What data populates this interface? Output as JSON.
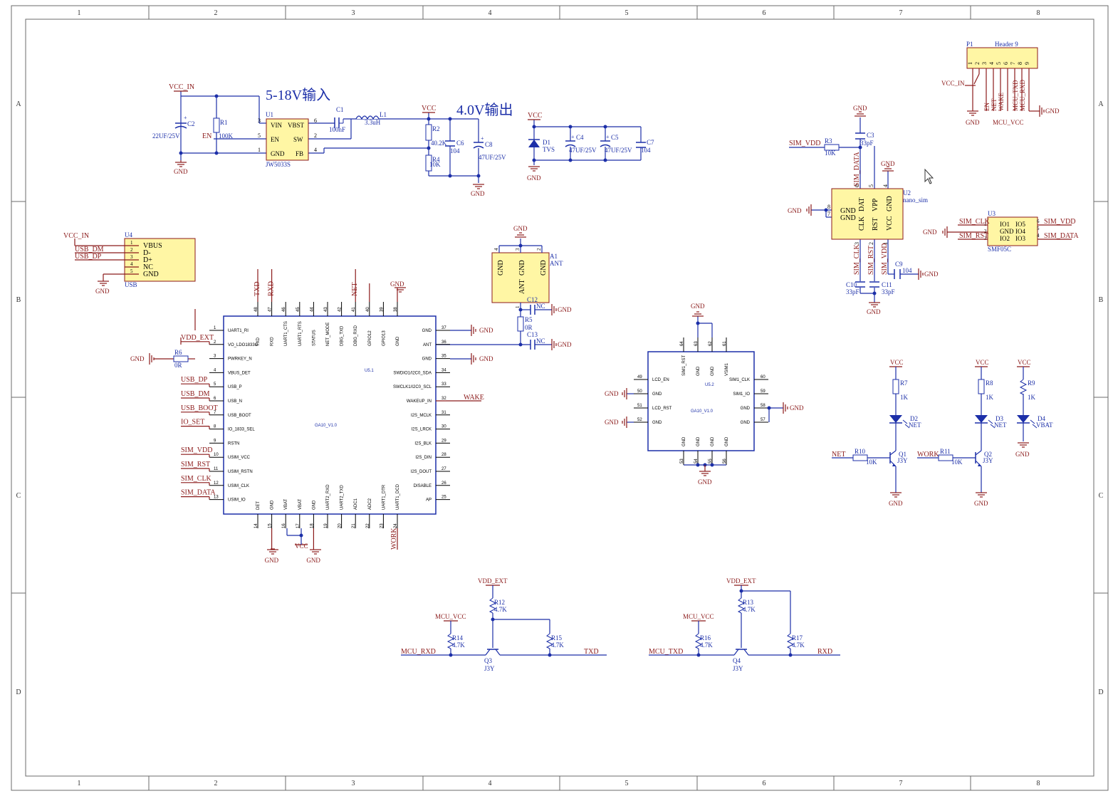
{
  "frame": {
    "col_labels": [
      "1",
      "2",
      "3",
      "4",
      "5",
      "6",
      "7",
      "8"
    ],
    "row_labels": [
      "A",
      "B",
      "C",
      "D"
    ]
  },
  "colors": {
    "wire": "#1c2fa8",
    "net": "#8b1a1a",
    "part": "#fff6a4",
    "part_border": "#8b1a1a",
    "pin": "#8b1a1a",
    "frame": "#6b6b6b"
  },
  "psu": {
    "title_in": "5-18V输入",
    "title_out": "4.0V输出",
    "u1_ref": "U1",
    "u1_part": "JW5033S",
    "u1_pins": [
      "VIN",
      "VBST",
      "EN",
      "SW",
      "GND",
      "FB"
    ],
    "u1_pin_nums": [
      "3",
      "6",
      "5",
      "2",
      "1",
      "4"
    ],
    "vcc_in": "VCC_IN",
    "vcc": "VCC",
    "gnd": "GND",
    "en": "EN",
    "c2_ref": "C2",
    "c2_val": "22UF/25V",
    "r1_ref": "R1",
    "r1_val": "100K",
    "c1_ref": "C1",
    "c1_val": "100nF",
    "l1_ref": "L1",
    "l1_val": "3.3uH",
    "r2_ref": "R2",
    "r2_val": "40.2K",
    "r4_ref": "R4",
    "r4_val": "10K",
    "c6_ref": "C6",
    "c6_val": "104",
    "c8_ref": "C8",
    "c8_val": "47UF/25V",
    "d1_ref": "D1",
    "d1_val": "TVS",
    "c4_ref": "C4",
    "c4_val": "47UF/25V",
    "c5_ref": "C5",
    "c5_val": "47UF/25V",
    "c7_ref": "C7",
    "c7_val": "104"
  },
  "header": {
    "ref": "P1",
    "name": "Header 9",
    "pins": [
      "1",
      "2",
      "3",
      "4",
      "5",
      "6",
      "7",
      "8",
      "9"
    ],
    "nets": [
      "EN",
      "NET",
      "WAKE",
      "MCU_TXD",
      "MCU_RXD"
    ],
    "vcc_in": "VCC_IN",
    "gnd": "GND",
    "mcu_vcc": "MCU_VCC"
  },
  "sim": {
    "ref": "U2",
    "part": "nano_sim",
    "top_pins": [
      "DAT",
      "VPP",
      "GND"
    ],
    "bot_pins": [
      "CLK",
      "RST",
      "VCC"
    ],
    "left_pins": [
      "GND",
      "GND"
    ],
    "top_nums": [
      "6",
      "5",
      "4"
    ],
    "bot_nums": [
      "3",
      "2",
      "1"
    ],
    "left_nums": [
      "8",
      "7"
    ],
    "sim_vdd": "SIM_VDD",
    "sim_data": "SIM_DATA",
    "sim_clk": "SIM_CLK",
    "sim_rst": "SIM_RST",
    "r3_ref": "R3",
    "r3_val": "10K",
    "c3_ref": "C3",
    "c3_val": "33pF",
    "c9_ref": "C9",
    "c9_val": "104",
    "c10_ref": "C10",
    "c10_val": "33pF",
    "c11_ref": "C11",
    "c11_val": "33pF",
    "gnd": "GND"
  },
  "esd": {
    "ref": "U3",
    "part": "SMF05C",
    "pins": [
      "IO1",
      "IO5",
      "GND",
      "IO4",
      "IO2",
      "IO3"
    ],
    "nums": [
      "1",
      "6",
      "2",
      "5",
      "3",
      "4"
    ],
    "left_nets": [
      "SIM_CLK",
      "SIM_RST"
    ],
    "right_nets": [
      "SIM_VDD",
      "SIM_DATA"
    ],
    "gnd": "GND"
  },
  "usb": {
    "ref": "U4",
    "part": "USB",
    "pins": [
      "VBUS",
      "D-",
      "D+",
      "NC",
      "GND"
    ],
    "nums": [
      "1",
      "2",
      "3",
      "4",
      "5"
    ],
    "nets": [
      "VCC_IN",
      "USB_DM",
      "USB_DP"
    ],
    "gnd": "GND"
  },
  "antenna": {
    "ref": "A1",
    "part": "ANT",
    "pins": [
      "GND",
      "GND",
      "GND",
      "ANT"
    ],
    "nums": [
      "4",
      "3",
      "2",
      "1"
    ],
    "c12_ref": "C12",
    "c12_val": "NC",
    "c13_ref": "C13",
    "c13_val": "NC",
    "r5_ref": "R5",
    "r5_val": "0R",
    "gnd": "GND"
  },
  "module": {
    "ref": "U5.1",
    "part": "GA10_V1.0",
    "left_pins": [
      "UART1_RI",
      "VO_LDO1833O",
      "PWRKEY_N",
      "VBUS_DET",
      "USB_P",
      "USB_N",
      "USB_BOOT",
      "IO_1833_SEL",
      "RSTN",
      "USIM_VCC",
      "USIM_RSTN",
      "USIM_CLK",
      "USIM_IO"
    ],
    "left_nums": [
      "1",
      "2",
      "3",
      "4",
      "5",
      "6",
      "7",
      "8",
      "9",
      "10",
      "11",
      "12",
      "13"
    ],
    "left_nets": [
      "",
      "VDD_EXT",
      "",
      "",
      "USB_DP",
      "USB_DM",
      "USB_BOOT",
      "IO_SET",
      "",
      "SIM_VDD",
      "SIM_RST",
      "SIM_CLK",
      "SIM_DATA"
    ],
    "right_pins": [
      "GND",
      "ANT",
      "GND",
      "SWDIO1/I2C0_SDA",
      "SWCLK1/I2C0_SCL",
      "WAKEUP_IN",
      "I2S_MCLK",
      "I2S_LRCK",
      "I2S_BLK",
      "I2S_DIN",
      "I2S_DOUT",
      "DISABLE",
      "AP"
    ],
    "right_nums": [
      "37",
      "36",
      "35",
      "34",
      "33",
      "32",
      "31",
      "30",
      "29",
      "28",
      "27",
      "26",
      "25"
    ],
    "top_pins": [
      "TXD",
      "RXD",
      "UART1_CTS",
      "UART1_RTS",
      "STATUS",
      "NET_MODE",
      "DBG_TXD",
      "DBG_RXD",
      "GPIO12",
      "GPIO13",
      "GND"
    ],
    "top_nums": [
      "48",
      "47",
      "46",
      "45",
      "44",
      "43",
      "42",
      "41",
      "40",
      "39",
      "38"
    ],
    "top_nets": [
      "TXD",
      "RXD",
      "NET",
      "GND"
    ],
    "bot_pins": [
      "DET",
      "GND",
      "VBAT",
      "VBAT",
      "GND",
      "UART2_RXD",
      "UART2_TXD",
      "ADC1",
      "ADC2",
      "UART1_DTR",
      "UART1_DCD"
    ],
    "bot_nums": [
      "14",
      "15",
      "16",
      "17",
      "18",
      "19",
      "20",
      "21",
      "22",
      "23",
      "24"
    ],
    "bot_nets": [
      "GND",
      "VCC",
      "GND",
      "WORK"
    ],
    "gnd": "GND",
    "wake": "WAKE",
    "pwr_gnd": "GND",
    "r6_ref": "R6",
    "r6_val": "0R"
  },
  "module2": {
    "ref": "U5.2",
    "part": "GA10_V1.0",
    "left_pins": [
      "LCD_EN",
      "GND",
      "LCD_RST",
      "GND"
    ],
    "left_nums": [
      "49",
      "50",
      "51",
      "52"
    ],
    "right_pins": [
      "SIM1_CLK",
      "SIM1_IO",
      "GND",
      "GND"
    ],
    "right_nums": [
      "60",
      "59",
      "58",
      "57"
    ],
    "top_pins": [
      "SIM1_RST",
      "GND",
      "GND",
      "VSIM1"
    ],
    "top_nums": [
      "64",
      "63",
      "62",
      "61"
    ],
    "bot_pins": [
      "GND",
      "GND",
      "GND",
      "GND"
    ],
    "bot_nums": [
      "53",
      "54",
      "55",
      "56"
    ],
    "gnd": "GND"
  },
  "leds": [
    {
      "r_ref": "R7",
      "r_val": "1K",
      "d_ref": "D2",
      "d_net": "NET",
      "vcc": "VCC"
    },
    {
      "r_ref": "R8",
      "r_val": "1K",
      "d_ref": "D3",
      "d_net": "NET",
      "vcc": "VCC"
    },
    {
      "r_ref": "R9",
      "r_val": "1K",
      "d_ref": "D4",
      "d_net": "VBAT",
      "vcc": "VCC"
    }
  ],
  "drivers": [
    {
      "net": "NET",
      "r_ref": "R10",
      "r_val": "10K",
      "q_ref": "Q1",
      "q_val": "J3Y",
      "gnd": "GND"
    },
    {
      "net": "WORK",
      "r_ref": "R11",
      "r_val": "10K",
      "q_ref": "Q2",
      "q_val": "J3Y",
      "gnd": "GND"
    }
  ],
  "shifters": [
    {
      "vdd": "VDD_EXT",
      "mcu_vcc": "MCU_VCC",
      "in": "MCU_RXD",
      "out": "TXD",
      "r_top_ref": "R12",
      "r_top_val": "4.7K",
      "r_left_ref": "R14",
      "r_left_val": "4.7K",
      "r_right_ref": "R15",
      "r_right_val": "4.7K",
      "q_ref": "Q3",
      "q_val": "J3Y"
    },
    {
      "vdd": "VDD_EXT",
      "mcu_vcc": "MCU_VCC",
      "in": "MCU_TXD",
      "out": "RXD",
      "r_top_ref": "R13",
      "r_top_val": "4.7K",
      "r_left_ref": "R16",
      "r_left_val": "4.7K",
      "r_right_ref": "R17",
      "r_right_val": "4.7K",
      "q_ref": "Q4",
      "q_val": "J3Y"
    }
  ]
}
